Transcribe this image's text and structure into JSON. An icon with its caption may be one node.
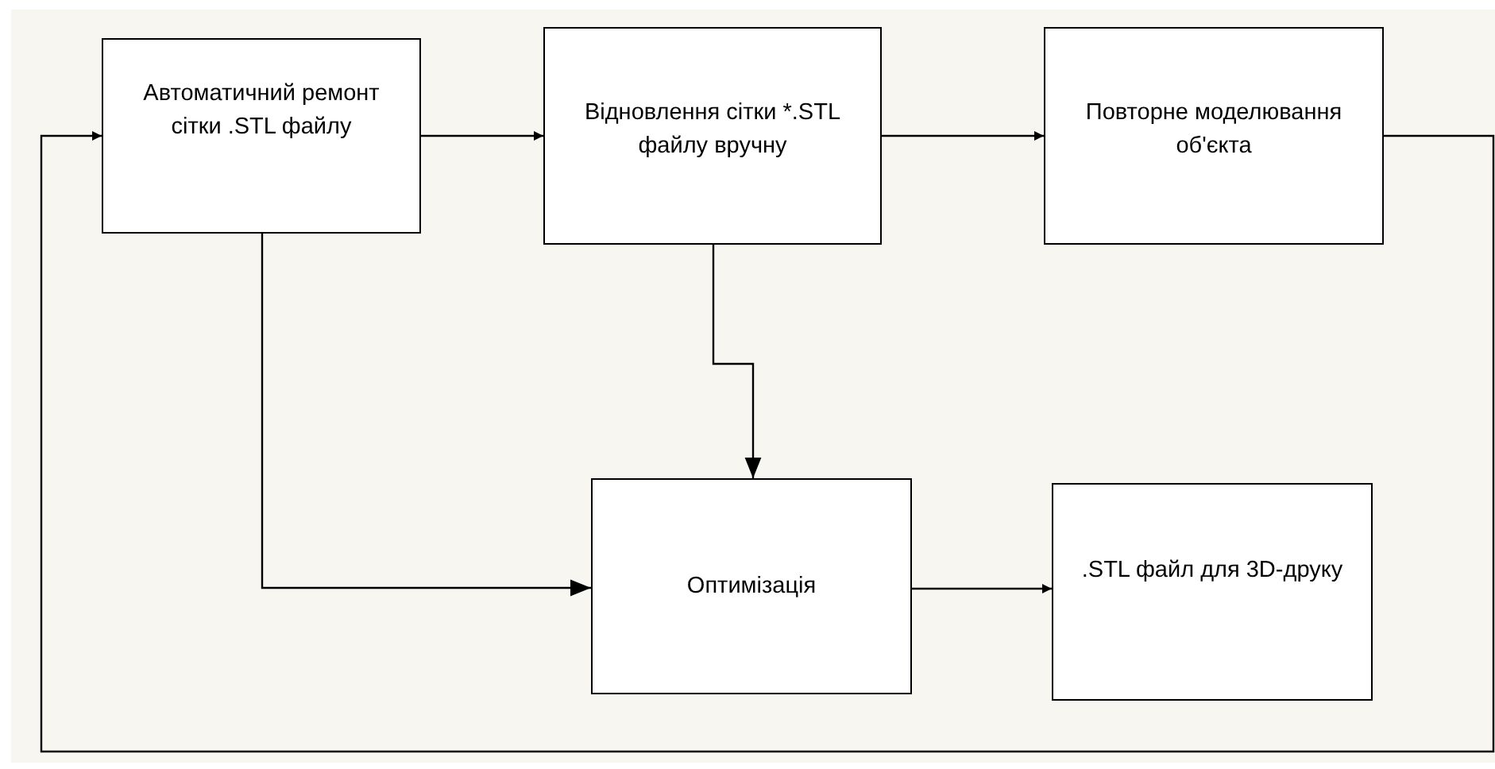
{
  "diagram": {
    "nodes": [
      {
        "text": [
          "Автоматичний ремонт сітки .STL файлу"
        ]
      },
      {
        "text": [
          "Відновлення сітки *.STL файлу вручну"
        ]
      },
      {
        "text": [
          "Повторне моделювання об'єкта"
        ]
      },
      {
        "text": [
          "Оптимізація"
        ]
      },
      {
        "text": [
          ".STL файл для 3D-друку"
        ]
      }
    ],
    "edges": [
      {
        "from": 0,
        "to": 1,
        "arrow": "to"
      },
      {
        "from": 1,
        "to": 2,
        "arrow": "to"
      },
      {
        "from": 2,
        "to": 0,
        "arrow": "to"
      },
      {
        "from": 1,
        "to": 3,
        "arrow": "to"
      },
      {
        "from": 0,
        "to": 3,
        "arrow": "to"
      },
      {
        "from": 3,
        "to": 4,
        "arrow": "to"
      }
    ]
  }
}
